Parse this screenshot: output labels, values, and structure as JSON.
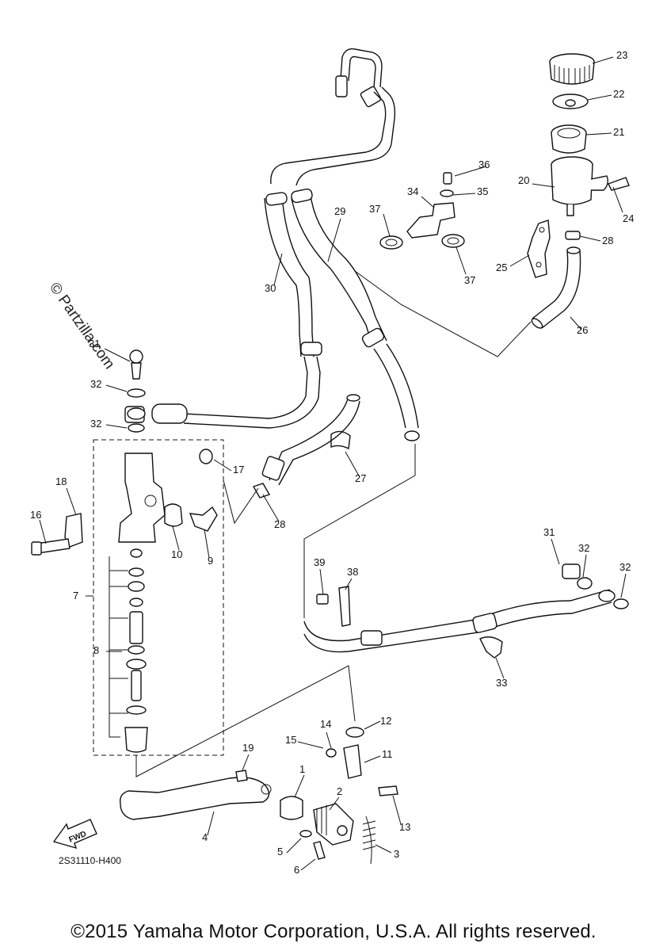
{
  "diagram": {
    "watermark": "© Partzilla.com",
    "part_code": "2S31110-H400",
    "fwd_label": "FWD",
    "copyright": "©2015 Yamaha Motor Corporation, U.S.A. All rights reserved.",
    "callouts": [
      {
        "id": "c1",
        "label": "1"
      },
      {
        "id": "c2",
        "label": "2"
      },
      {
        "id": "c3",
        "label": "3"
      },
      {
        "id": "c4",
        "label": "4"
      },
      {
        "id": "c5",
        "label": "5"
      },
      {
        "id": "c6",
        "label": "6"
      },
      {
        "id": "c7",
        "label": "7"
      },
      {
        "id": "c8",
        "label": "8"
      },
      {
        "id": "c9",
        "label": "9"
      },
      {
        "id": "c10",
        "label": "10"
      },
      {
        "id": "c11",
        "label": "11"
      },
      {
        "id": "c12",
        "label": "12"
      },
      {
        "id": "c13",
        "label": "13"
      },
      {
        "id": "c14",
        "label": "14"
      },
      {
        "id": "c15",
        "label": "15"
      },
      {
        "id": "c16",
        "label": "16"
      },
      {
        "id": "c17",
        "label": "17"
      },
      {
        "id": "c18",
        "label": "18"
      },
      {
        "id": "c19",
        "label": "19"
      },
      {
        "id": "c20",
        "label": "20"
      },
      {
        "id": "c21",
        "label": "21"
      },
      {
        "id": "c22",
        "label": "22"
      },
      {
        "id": "c23",
        "label": "23"
      },
      {
        "id": "c24",
        "label": "24"
      },
      {
        "id": "c25",
        "label": "25"
      },
      {
        "id": "c26",
        "label": "26"
      },
      {
        "id": "c27",
        "label": "27"
      },
      {
        "id": "c28a",
        "label": "28"
      },
      {
        "id": "c28b",
        "label": "28"
      },
      {
        "id": "c29",
        "label": "29"
      },
      {
        "id": "c30",
        "label": "30"
      },
      {
        "id": "c31a",
        "label": "31"
      },
      {
        "id": "c31b",
        "label": "31"
      },
      {
        "id": "c32a",
        "label": "32"
      },
      {
        "id": "c32b",
        "label": "32"
      },
      {
        "id": "c32c",
        "label": "32"
      },
      {
        "id": "c32d",
        "label": "32"
      },
      {
        "id": "c33",
        "label": "33"
      },
      {
        "id": "c34",
        "label": "34"
      },
      {
        "id": "c35",
        "label": "35"
      },
      {
        "id": "c36",
        "label": "36"
      },
      {
        "id": "c37a",
        "label": "37"
      },
      {
        "id": "c37b",
        "label": "37"
      },
      {
        "id": "c38",
        "label": "38"
      },
      {
        "id": "c39",
        "label": "39"
      }
    ]
  }
}
